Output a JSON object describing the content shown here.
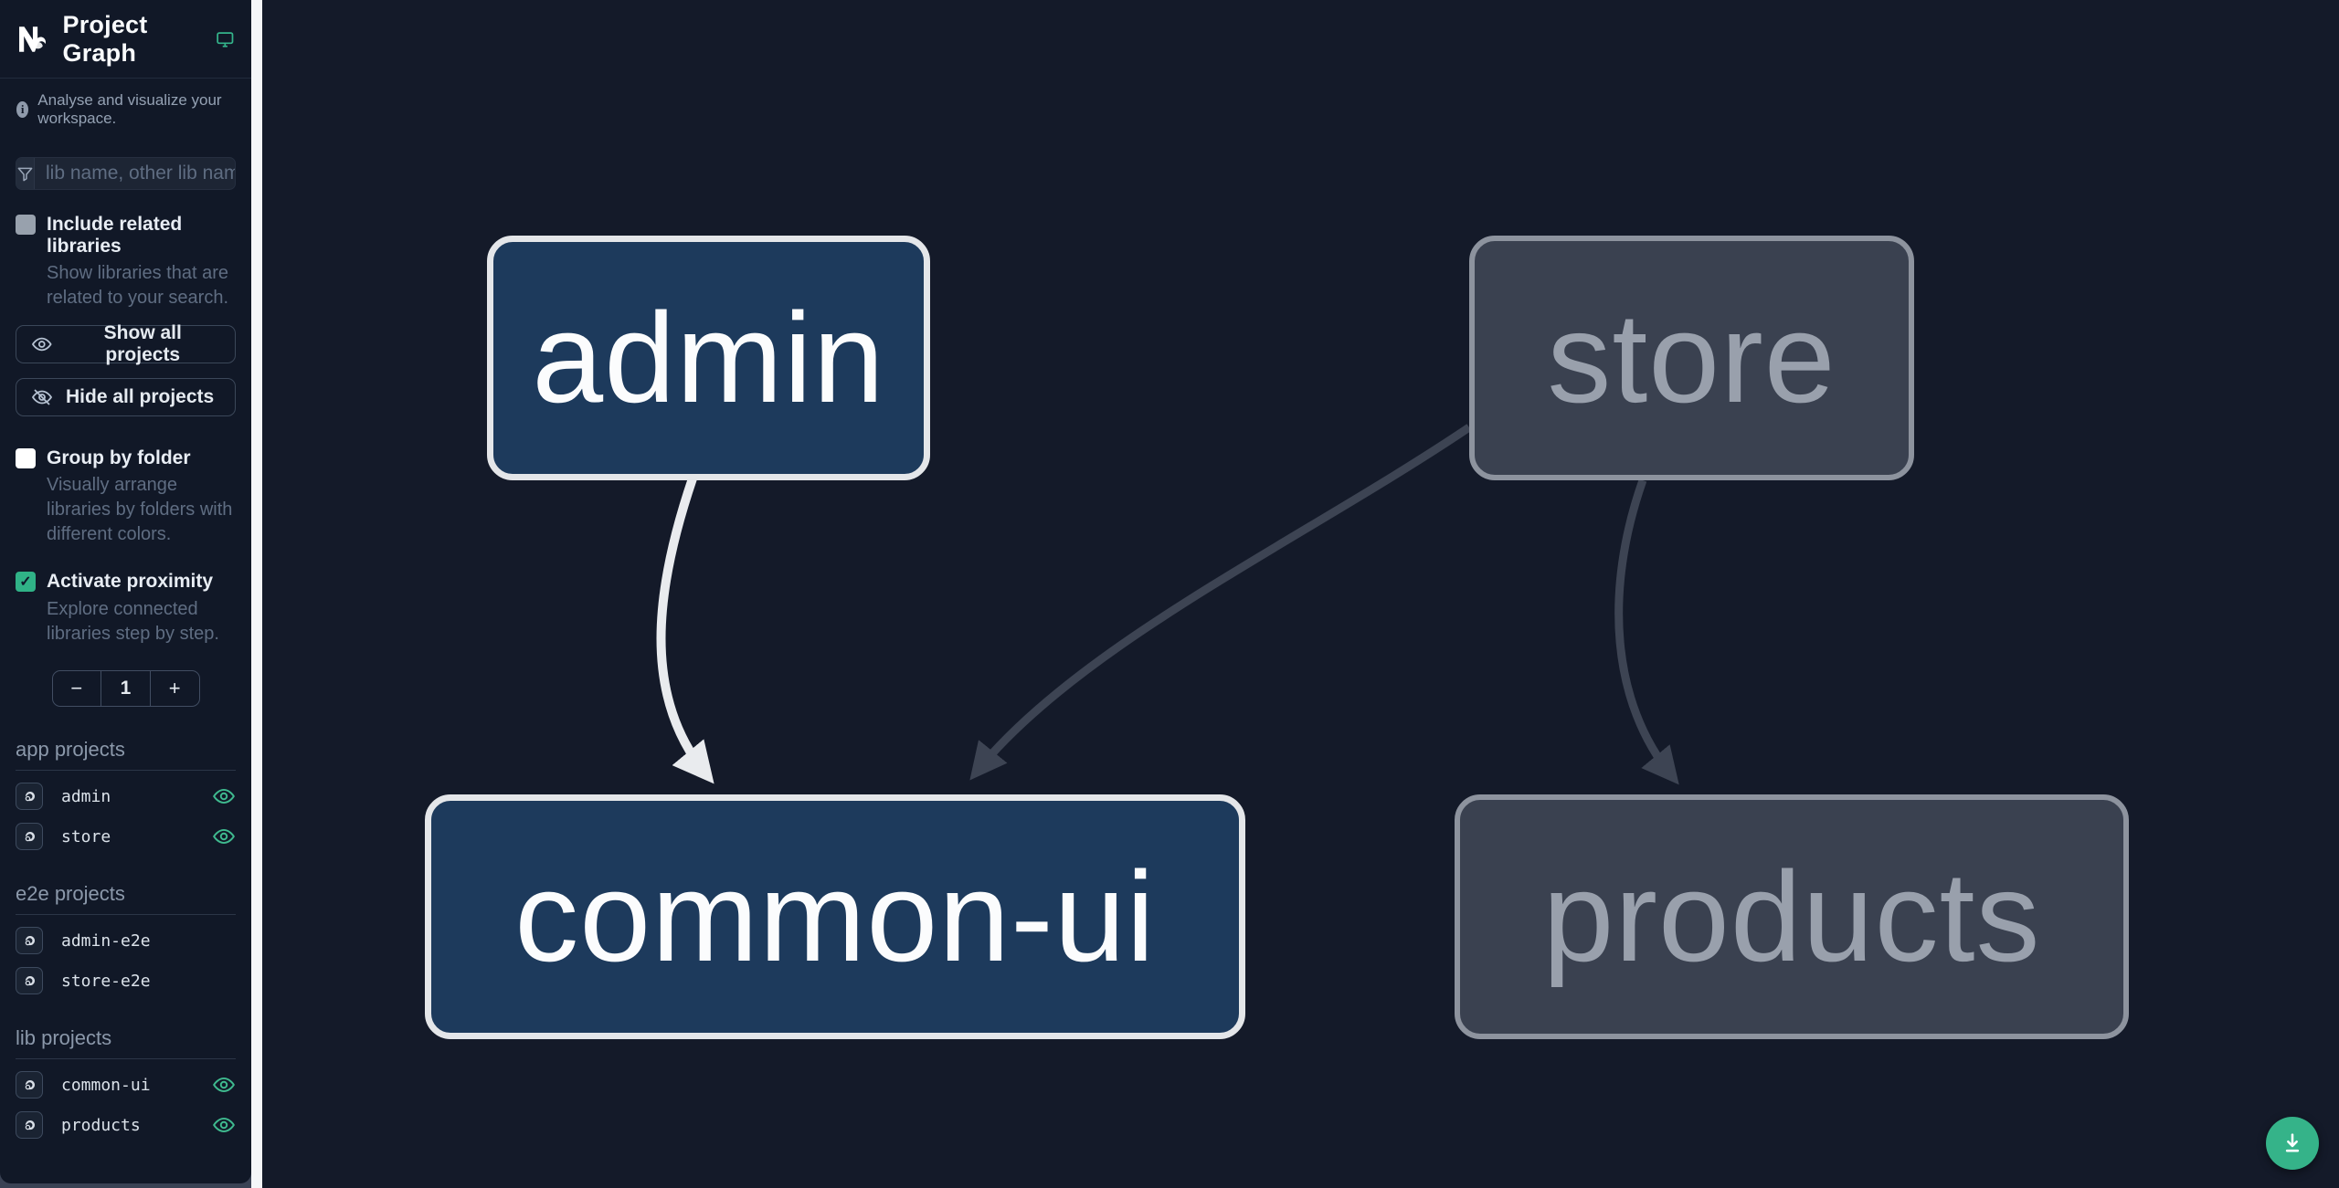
{
  "app": {
    "title": "Project Graph"
  },
  "colors": {
    "accent_green": "#35b389",
    "canvas_bg": "#141a29",
    "sidebar_bg": "#111827",
    "node_focused_fill": "#1d3a5c",
    "node_focused_border": "#e4e6e9",
    "node_dimmed_fill": "#3a4150",
    "node_dimmed_border": "#8d939e",
    "edge_highlight": "#e9ebee",
    "edge_dimmed": "#3d4453",
    "eye_visible_green": "#3fba8f"
  },
  "sidebar": {
    "tagline": "Analyse and visualize your workspace.",
    "filter": {
      "placeholder": "lib name, other lib name"
    },
    "options": [
      {
        "label": "Include related libraries",
        "description": "Show libraries that are related to your search.",
        "checked": false
      },
      {
        "label": "Group by folder",
        "description": "Visually arrange libraries by folders with different colors.",
        "checked": false
      },
      {
        "label": "Activate proximity",
        "description": "Explore connected libraries step by step.",
        "checked": true,
        "checkmark": "✓"
      }
    ],
    "buttons": [
      {
        "label": "Show all projects"
      },
      {
        "label": "Hide all projects"
      }
    ],
    "stepper": {
      "decrement": "−",
      "value": "1",
      "increment": "+"
    },
    "sections": [
      {
        "title": "app projects",
        "items": [
          {
            "name": "admin",
            "visible": true
          },
          {
            "name": "store",
            "visible": true
          }
        ]
      },
      {
        "title": "e2e projects",
        "items": [
          {
            "name": "admin-e2e",
            "visible": false
          },
          {
            "name": "store-e2e",
            "visible": false
          }
        ]
      },
      {
        "title": "lib projects",
        "items": [
          {
            "name": "common-ui",
            "visible": true
          },
          {
            "name": "products",
            "visible": true
          }
        ]
      }
    ]
  },
  "graph": {
    "nodes": [
      {
        "id": "admin",
        "label": "admin",
        "state": "focused"
      },
      {
        "id": "store",
        "label": "store",
        "state": "dimmed"
      },
      {
        "id": "common-ui",
        "label": "common-ui",
        "state": "focused"
      },
      {
        "id": "products",
        "label": "products",
        "state": "dimmed"
      }
    ],
    "edges": [
      {
        "source": "admin",
        "target": "common-ui",
        "state": "highlighted"
      },
      {
        "source": "store",
        "target": "common-ui",
        "state": "dimmed"
      },
      {
        "source": "store",
        "target": "products",
        "state": "dimmed"
      }
    ]
  },
  "fab": {
    "action": "download-graph-image"
  }
}
